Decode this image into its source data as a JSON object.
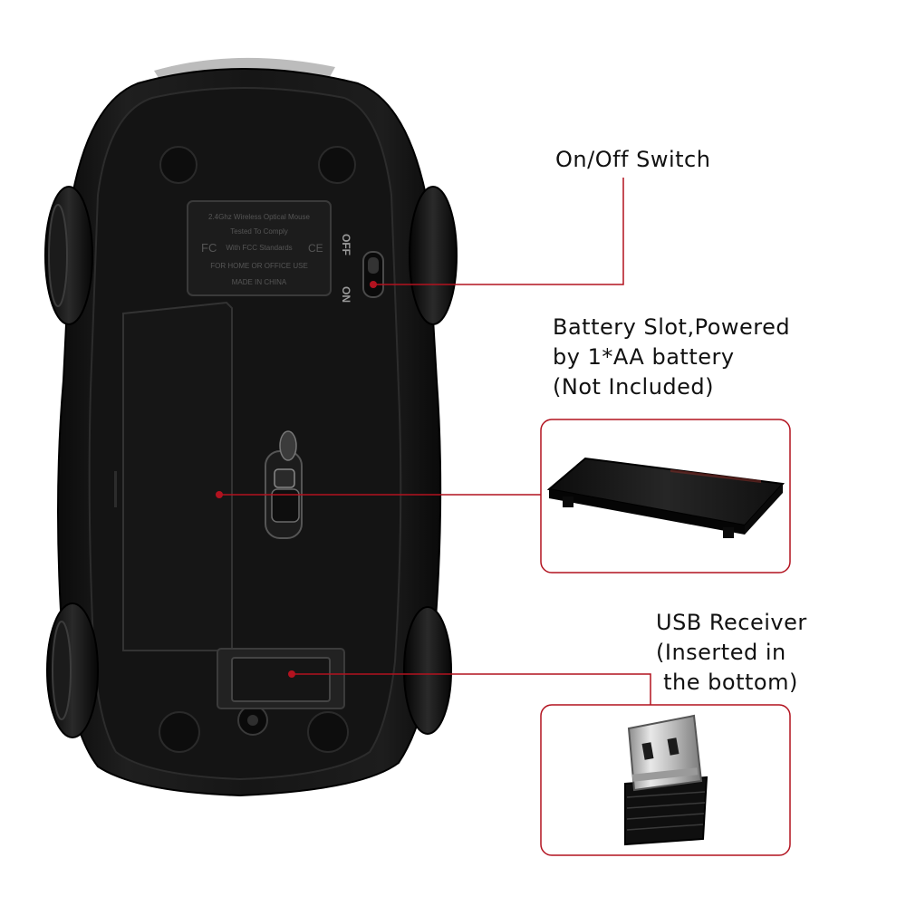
{
  "callouts": {
    "switch": {
      "lines": [
        "On/Off Switch"
      ]
    },
    "battery": {
      "lines": [
        "Battery Slot,Powered",
        "by 1*AA battery",
        "(Not Included)"
      ]
    },
    "usb": {
      "lines": [
        "USB Receiver",
        "(Inserted in",
        " the bottom)"
      ]
    }
  },
  "mouse_markings": {
    "switch_off": "OFF",
    "switch_on": "ON",
    "label_lines": [
      "2.4Ghz Wireless Optical Mouse",
      "Tested To Comply",
      "With FCC Standards",
      "FOR HOME OR OFFICE USE",
      "MADE IN CHINA"
    ],
    "fcc_mark": "FC",
    "ce_mark": "CE"
  },
  "colors": {
    "leader_line": "#b2121f",
    "callout_border": "#b2121f",
    "mouse_body": "#121212",
    "background": "#ffffff"
  }
}
